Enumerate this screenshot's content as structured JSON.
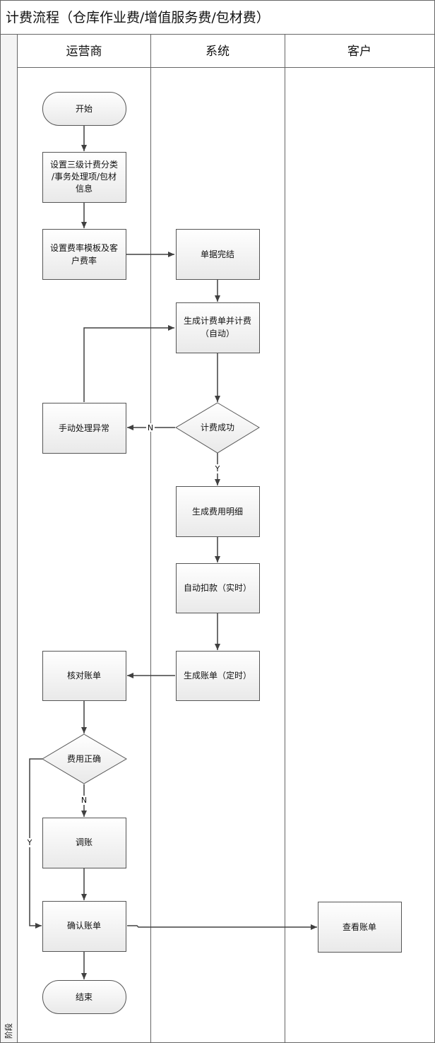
{
  "title": "计费流程（仓库作业费/增值服务费/包材费）",
  "stage_label": "阶段",
  "lanes": [
    "运营商",
    "系统",
    "客户"
  ],
  "nodes": {
    "start": [
      "开始"
    ],
    "setup_categories": [
      "设置三级计费分类",
      "/事务处理项/包材",
      "信息"
    ],
    "setup_rates": [
      "设置费率模板及客",
      "户费率"
    ],
    "doc_complete": [
      "单据完结"
    ],
    "gen_bill_charge": [
      "生成计费单并计费",
      "（自动）"
    ],
    "manual_exception": [
      "手动处理异常"
    ],
    "charge_success": [
      "计费成功"
    ],
    "gen_fee_detail": [
      "生成费用明细"
    ],
    "auto_deduct": [
      "自动扣款（实时）"
    ],
    "gen_statement": [
      "生成账单（定时）"
    ],
    "check_statement": [
      "核对账单"
    ],
    "fee_correct": [
      "费用正确"
    ],
    "adjust": [
      "调账"
    ],
    "confirm_statement": [
      "确认账单"
    ],
    "view_statement": [
      "查看账单"
    ],
    "end": [
      "结束"
    ]
  },
  "edge_labels": {
    "charge_fail": "N",
    "charge_ok": "Y",
    "fee_wrong": "N",
    "fee_ok": "Y"
  }
}
